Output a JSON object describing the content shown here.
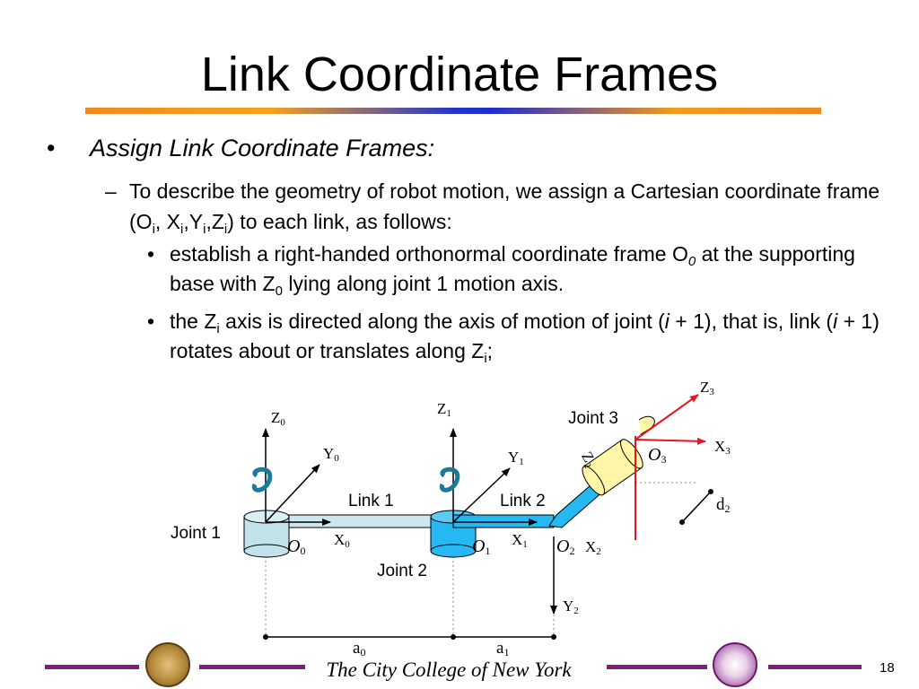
{
  "title": "Link Coordinate Frames",
  "bullet1": "Assign Link Coordinate Frames:",
  "dash": "–",
  "bullet_dot": "•",
  "sub_bullet": {
    "t1": "To describe the geometry of robot motion, we assign a Cartesian coordinate frame (O",
    "s1": "i",
    "t2": ", X",
    "s2": "i",
    "t3": ",Y",
    "s3": "i",
    "t4": ",Z",
    "s4": "i",
    "t5": ") to each link, as follows:"
  },
  "bullet_a": {
    "t1": "establish a right-handed orthonormal coordinate frame O",
    "s1": "0",
    "t2": " at the supporting base with Z",
    "s2": "0",
    "t3": " lying along joint 1 motion axis."
  },
  "bullet_b": {
    "t1": "the Z",
    "s1": "i",
    "t2": " axis is directed along the axis of motion of joint (",
    "i1": "i",
    "t3": " + 1), that is, link (",
    "i2": "i",
    "t4": " + 1) rotates about or translates along Z",
    "s2": "i",
    "t5": ";"
  },
  "diagram": {
    "z0": "Z",
    "z0s": "0",
    "y0": "Y",
    "y0s": "0",
    "x0": "X",
    "x0s": "0",
    "o0": "O",
    "o0s": "0",
    "z1": "Z",
    "z1s": "1",
    "y1": "Y",
    "y1s": "1",
    "x1": "X",
    "x1s": "1",
    "o1": "O",
    "o1s": "1",
    "z2": "Z",
    "z2s": "2",
    "y2": "Y",
    "y2s": "2",
    "x2": "X",
    "x2s": "2",
    "o2": "O",
    "o2s": "2",
    "z3": "Z",
    "z3s": "3",
    "x3": "X",
    "x3s": "3",
    "o3": "O",
    "o3s": "3",
    "d2": "d",
    "d2s": "2",
    "a0": "a",
    "a0s": "0",
    "a1": "a",
    "a1s": "1",
    "link1": "Link 1",
    "link2": "Link 2",
    "joint1": "Joint 1",
    "joint2": "Joint 2",
    "joint3": "Joint 3",
    "red_color": "#e8141e",
    "cyan_color": "#26b8f2"
  },
  "footer": {
    "text": "The City College of New York",
    "page": "18",
    "purple": "#7d1f7d"
  }
}
